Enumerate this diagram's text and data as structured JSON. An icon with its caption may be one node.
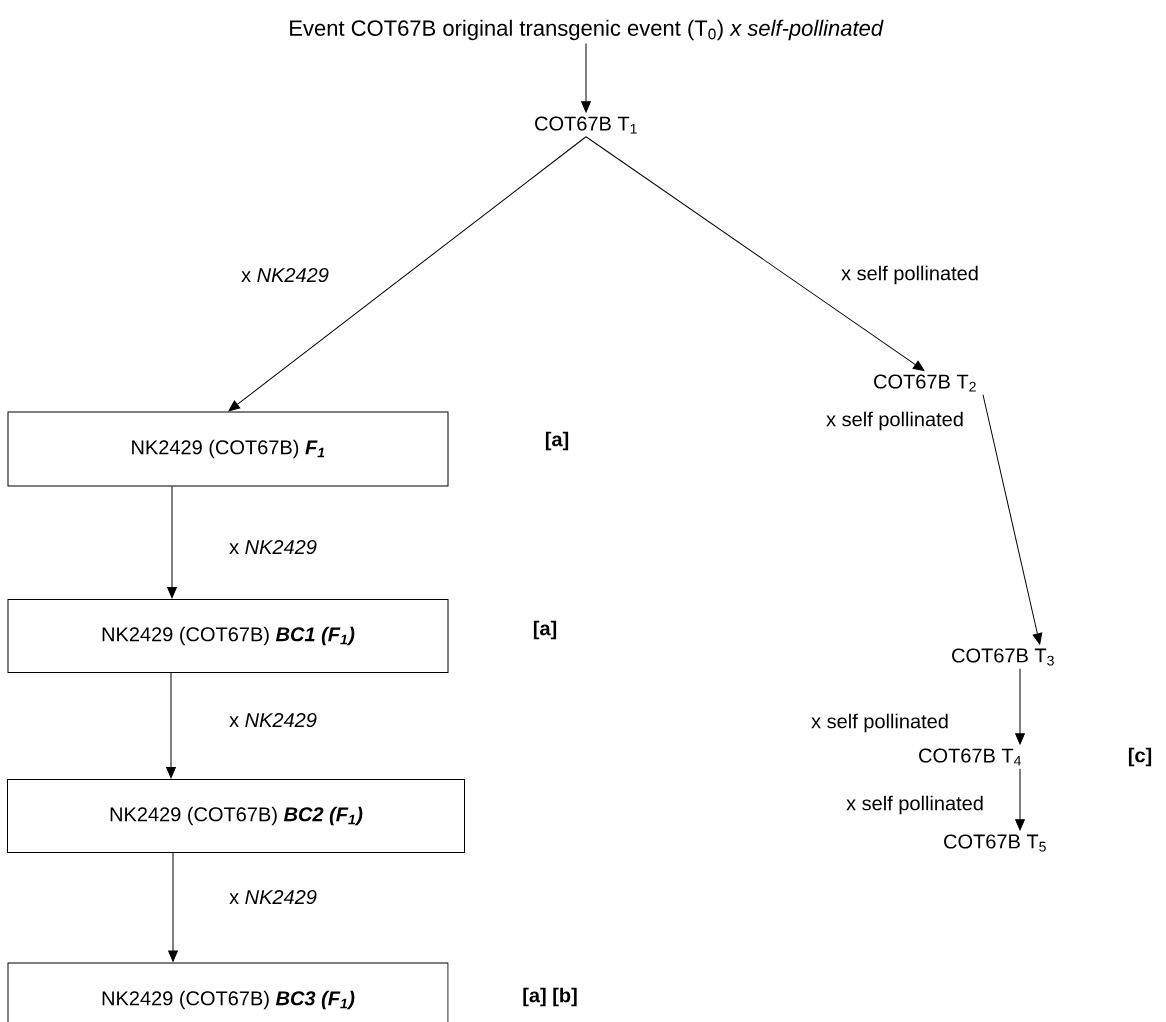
{
  "diagram": {
    "nodes": [
      {
        "text": [
          "Event COT67B original transgenic event (T$_{0}$) *x self-pollinated*"
        ]
      },
      {
        "text": [
          "COT67B T$_{1}$"
        ]
      },
      {
        "text": [
          "NK2429 (COT67B) **F$_{1}$**"
        ]
      },
      {
        "text": [
          "NK2429 (COT67B) **BC1 (F$_{1}$)**"
        ]
      },
      {
        "text": [
          "NK2429 (COT67B) **BC2 (F$_{1}$)**"
        ]
      },
      {
        "text": [
          "NK2429 (COT67B) **BC3 (F$_{1}$)**"
        ]
      },
      {
        "text": [
          "COT67B T$_{2}$"
        ]
      },
      {
        "text": [
          "COT67B T$_{3}$"
        ]
      },
      {
        "text": [
          "COT67B T$_{4}$"
        ]
      },
      {
        "text": [
          "COT67B T$_{5}$"
        ]
      }
    ],
    "edges": [
      {
        "from": 0,
        "to": 1,
        "arrow": "to"
      },
      {
        "from": 1,
        "to": 2,
        "arrow": "to",
        "label": "x *NK2429*"
      },
      {
        "from": 1,
        "to": 6,
        "arrow": "to",
        "label": "x  self pollinated"
      },
      {
        "from": 2,
        "to": 3,
        "arrow": "to",
        "label": "x *NK2429*"
      },
      {
        "from": 3,
        "to": 4,
        "arrow": "to",
        "label": "x *NK2429*"
      },
      {
        "from": 4,
        "to": 5,
        "arrow": "to",
        "label": "x *NK2429*"
      },
      {
        "from": 6,
        "to": 7,
        "arrow": "to",
        "label": "x  self pollinated"
      },
      {
        "from": 7,
        "to": 8,
        "arrow": "to",
        "label": "x  self pollinated"
      },
      {
        "from": 8,
        "to": 9,
        "arrow": "to",
        "label": "x  self pollinated"
      }
    ],
    "labels": [
      "[a]",
      "[a]",
      "[c]",
      "[a] [b]"
    ]
  }
}
